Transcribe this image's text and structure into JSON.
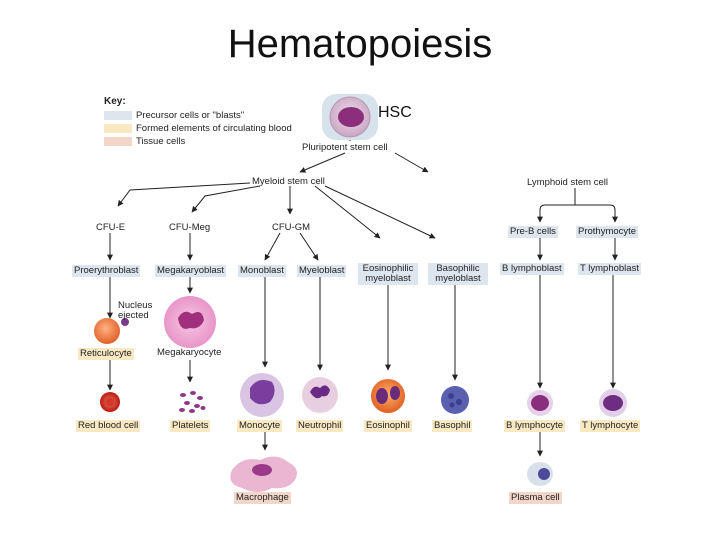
{
  "title": "Hematopoiesis",
  "hsc_label": "HSC",
  "key": {
    "title": "Key:",
    "items": [
      {
        "label": "Precursor cells or \"blasts\"",
        "color": "#dde6ee"
      },
      {
        "label": "Formed elements of circulating blood",
        "color": "#f9e9c2"
      },
      {
        "label": "Tissue cells",
        "color": "#f2d6c9"
      }
    ]
  },
  "nodes": {
    "pluripotent": "Pluripotent stem cell",
    "myeloid": "Myeloid stem cell",
    "lymphoid": "Lymphoid stem cell",
    "cfu_e": "CFU-E",
    "cfu_meg": "CFU-Meg",
    "cfu_gm": "CFU-GM",
    "pre_b": "Pre-B cells",
    "prothymocyte": "Prothymocyte",
    "proerythroblast": "Proerythroblast",
    "megakaryoblast": "Megakaryoblast",
    "monoblast": "Monoblast",
    "myeloblast": "Myeloblast",
    "eosinophilic_myeloblast": "Eosinophilic myeloblast",
    "basophilic_myeloblast": "Basophilic myeloblast",
    "b_lymphoblast": "B lymphoblast",
    "t_lymphoblast": "T lymphoblast",
    "nucleus_ejected": "Nucleus ejected",
    "reticulocyte": "Reticulocyte",
    "megakaryocyte": "Megakaryocyte",
    "red_blood_cell": "Red blood cell",
    "platelets": "Platelets",
    "monocyte": "Monocyte",
    "neutrophil": "Neutrophil",
    "eosinophil": "Eosinophil",
    "basophil": "Basophil",
    "b_lymphocyte": "B lymphocyte",
    "t_lymphocyte": "T lymphocyte",
    "macrophage": "Macrophage",
    "plasma_cell": "Plasma cell"
  }
}
